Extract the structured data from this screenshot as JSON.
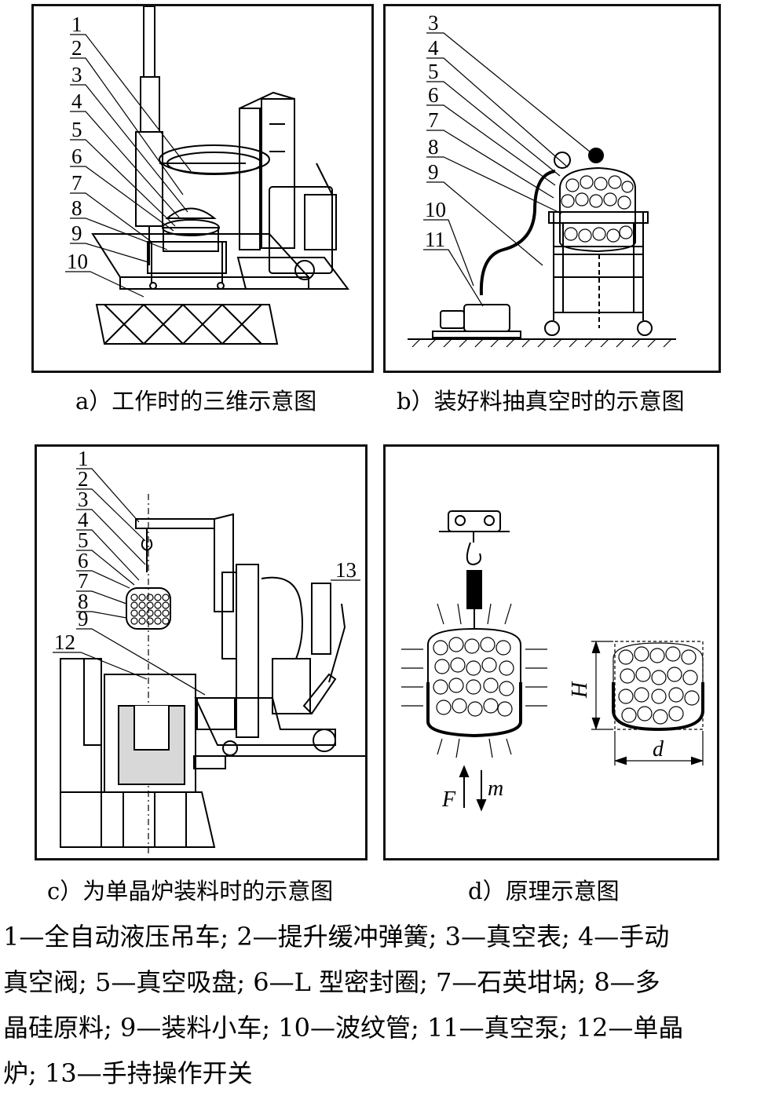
{
  "panels": {
    "a": {
      "caption": "a）工作时的三维示意图",
      "labels": [
        "1",
        "2",
        "3",
        "4",
        "5",
        "6",
        "7",
        "8",
        "9",
        "10"
      ]
    },
    "b": {
      "caption": "b）装好料抽真空时的示意图",
      "labels": [
        "3",
        "4",
        "5",
        "6",
        "7",
        "8",
        "9",
        "10",
        "11"
      ]
    },
    "c": {
      "caption": "c）为单晶炉装料时的示意图",
      "labels": [
        "1",
        "2",
        "3",
        "4",
        "5",
        "6",
        "7",
        "8",
        "9",
        "12",
        "13"
      ]
    },
    "d": {
      "caption": "d）原理示意图",
      "symbols": {
        "H": "H",
        "d": "d",
        "F": "F",
        "m": "m"
      }
    }
  },
  "legend": {
    "lines": [
      "1—全自动液压吊车; 2—提升缓冲弹簧; 3—真空表; 4—手动",
      "真空阀; 5—真空吸盘; 6—L 型密封圈; 7—石英坩埚; 8—多",
      "晶硅原料; 9—装料小车; 10—波纹管; 11—真空泵; 12—单晶",
      "炉; 13—手持操作开关"
    ]
  }
}
